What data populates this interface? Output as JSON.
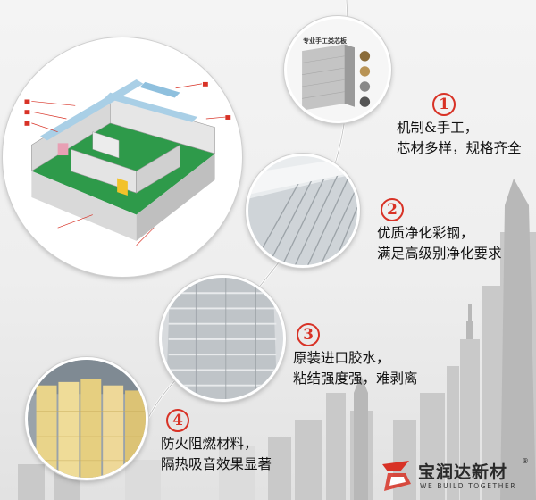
{
  "features": [
    {
      "number": "1",
      "line1": "机制&手工，",
      "line2": "芯材多样，规格齐全"
    },
    {
      "number": "2",
      "line1": "优质净化彩钢，",
      "line2": "满足高级别净化要求"
    },
    {
      "number": "3",
      "line1": "原装进口胶水，",
      "line2": "粘结强度强，难剥离"
    },
    {
      "number": "4",
      "line1": "防火阻燃材料，",
      "line2": "隔热吸音效果显著"
    }
  ],
  "inset": {
    "title": "专业手工类芯板"
  },
  "brand": {
    "name": "宝润达新材",
    "registered": "®",
    "slogan": "WE BUILD TOGETHER",
    "accent_color": "#d83226"
  },
  "icons": [
    "cleanroom-diagram-icon",
    "panel-stack-icon",
    "logo-mark-icon"
  ]
}
